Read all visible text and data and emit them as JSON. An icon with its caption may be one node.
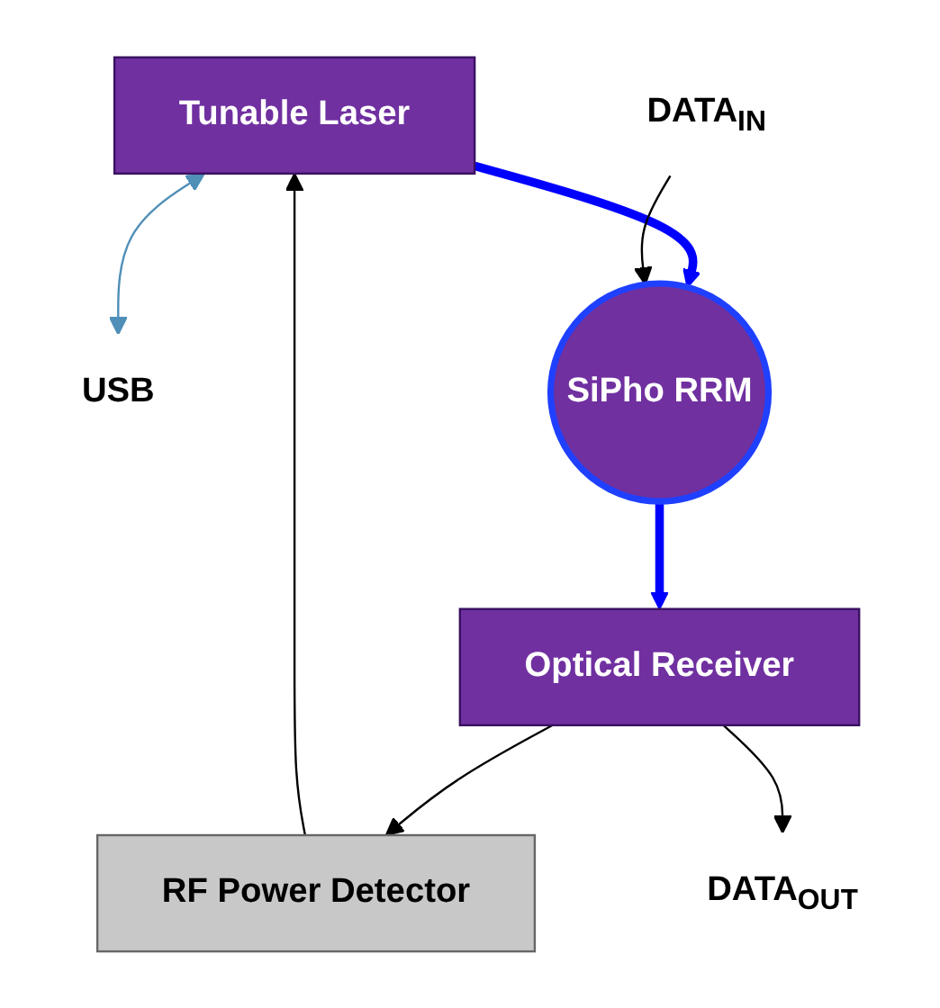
{
  "diagram": {
    "nodes": [
      {
        "text": [
          "Tunable Laser"
        ]
      },
      {
        "text": [
          "USB"
        ]
      },
      {
        "text": [
          "SiPho RRM"
        ]
      },
      {
        "text": [
          "DATA$_{IN}$"
        ]
      },
      {
        "text": [
          "RF Power Detector"
        ]
      },
      {
        "text": [
          "Optical Receiver"
        ]
      },
      {
        "text": [
          "DATA$_{OUT}$"
        ]
      }
    ],
    "edges": [
      {
        "from": 0,
        "to": 2,
        "arrow": "to",
        "style": "thick",
        "color": "#0000ff"
      },
      {
        "from": 2,
        "to": 5,
        "arrow": "to",
        "style": "thick",
        "color": "#0000ff"
      },
      {
        "from": 0,
        "to": 1,
        "arrow": "both",
        "color": "#4f8fb8"
      },
      {
        "from": 3,
        "to": 2,
        "arrow": "to"
      },
      {
        "from": 5,
        "to": 4,
        "arrow": "to"
      },
      {
        "from": 4,
        "to": 0,
        "arrow": "to"
      },
      {
        "from": 5,
        "to": 6,
        "arrow": "to"
      }
    ]
  }
}
